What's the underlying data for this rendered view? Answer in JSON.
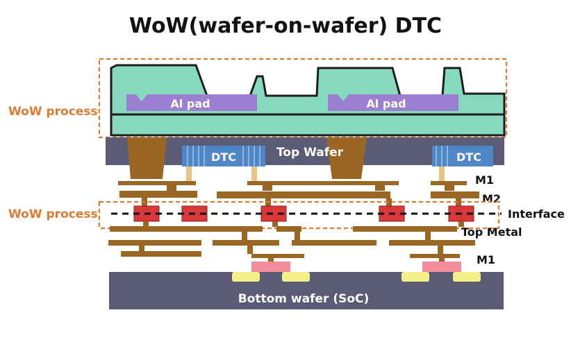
{
  "title": "WoW(wafer-on-wafer) DTC",
  "labels": {
    "wow_process_top": "WoW process",
    "wow_process_bottom": "WoW process",
    "al_pad_left": "Al pad",
    "al_pad_right": "Al pad",
    "dtc_left": "DTC",
    "dtc_right": "DTC",
    "top_wafer": "Top Wafer",
    "m1_top": "M1",
    "m2": "M2",
    "interface": "Interface",
    "top_metal": "Top Metal",
    "m1_bottom": "M1",
    "bottom_wafer": "Bottom wafer (SoC)"
  },
  "colors": {
    "accent_orange": "#E07A2E",
    "passivation_teal": "#86D9BF",
    "al_pad_purple": "#9B7FD1",
    "wafer_slate": "#5B5B75",
    "dtc_blue": "#4F86C6",
    "metal_brown": "#9A6624",
    "bond_pad_red": "#D8383A",
    "contact_pink": "#F28C9A",
    "contact_yellow": "#F3F08A",
    "via_tan": "#E8C485"
  }
}
